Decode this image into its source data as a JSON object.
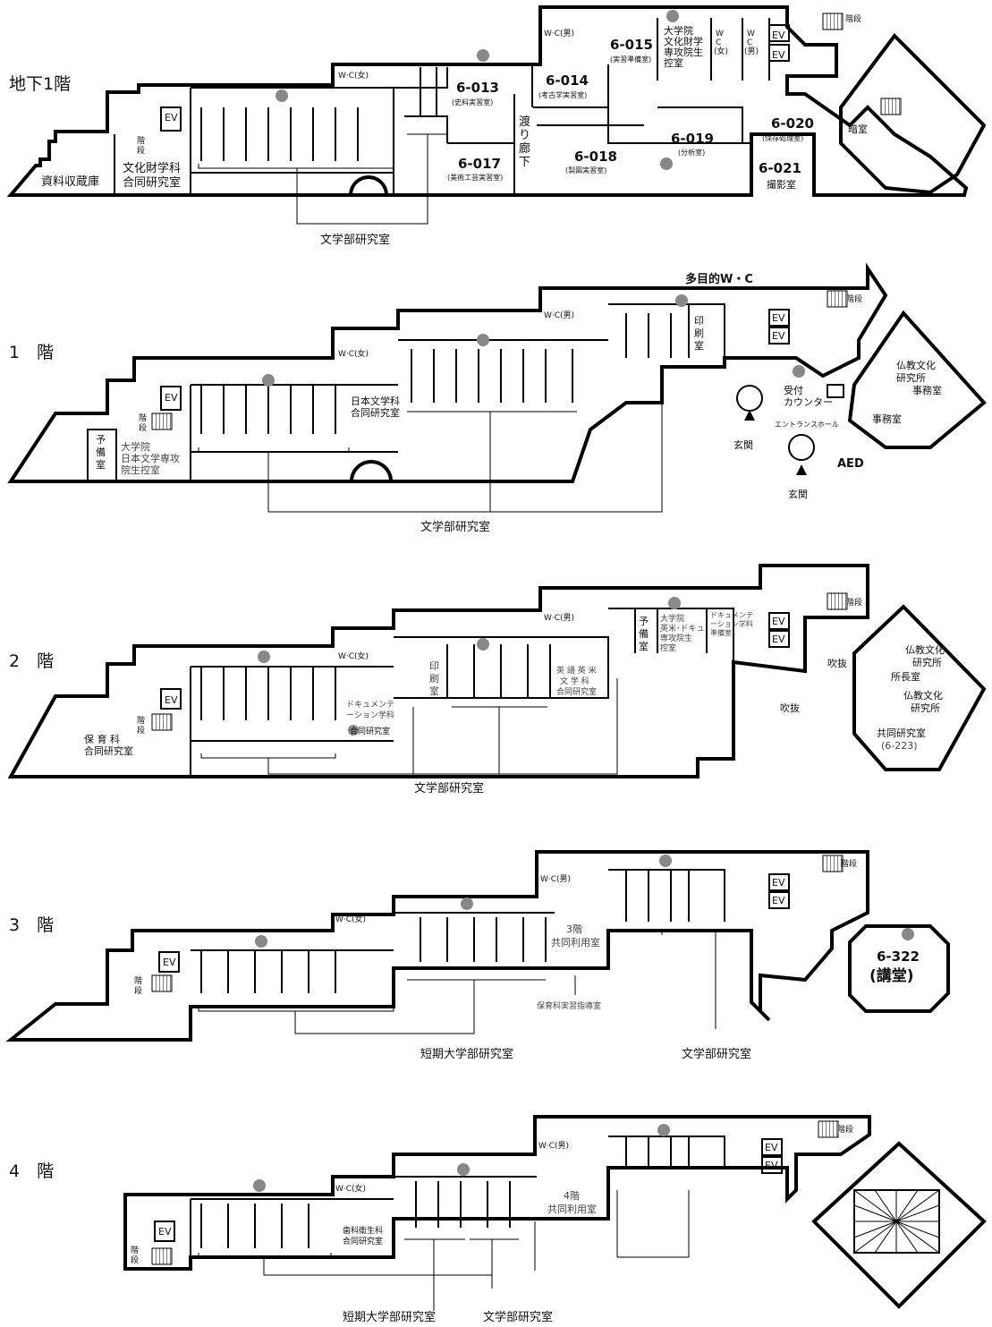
{
  "floors": [
    {
      "name": "地下1階",
      "rooms": {
        "r6013": {
          "code": "6-013",
          "name": "(史料実習室)"
        },
        "r6014": {
          "code": "6-014",
          "name": "(考古学実習室)"
        },
        "r6015": {
          "code": "6-015",
          "name": "(実習準備室)"
        },
        "r6017": {
          "code": "6-017",
          "name": "(美術工芸実習室)"
        },
        "r6018": {
          "code": "6-018",
          "name": "(製図実習室)"
        },
        "r6019": {
          "code": "6-019",
          "name": "(分析室)"
        },
        "r6020": {
          "code": "6-020",
          "name": "(保存処理室)"
        },
        "r6021": {
          "code": "6-021",
          "name": "撮影室"
        }
      },
      "grad_room": [
        "大学院",
        "文化財学",
        "専攻院生",
        "控室"
      ],
      "joint_room": [
        "文化財学科",
        "合同研究室"
      ],
      "storage": "資料収蔵庫",
      "corridor": [
        "渡",
        "り",
        "廊",
        "下"
      ],
      "darkroom": "暗室",
      "wc_m": "W·C(男)",
      "wc_f": "W·C(女)",
      "wc_f_v": [
        "W",
        "C",
        "(女)"
      ],
      "wc_m_v": [
        "W",
        "C",
        "(男)"
      ],
      "ev": "EV",
      "stairs": "階段",
      "stairs_v": [
        "階",
        "段"
      ],
      "lab_label": "文学部研究室"
    },
    {
      "name": "1　階",
      "multi_wc": "多目的W・C",
      "wc_m": "W·C(男)",
      "wc_f": "W·C(女)",
      "ev": "EV",
      "stairs": "階段",
      "stairs_v": [
        "階",
        "段"
      ],
      "print_room": [
        "印",
        "刷",
        "室"
      ],
      "japanese_lit": [
        "日本文学科",
        "合同研究室"
      ],
      "spare_room": [
        "予",
        "備",
        "室"
      ],
      "grad_room": [
        "大学院",
        "日本文学専攻",
        "院生控室"
      ],
      "reception": [
        "受付",
        "カウンター"
      ],
      "entrance_hall": "エントランスホール",
      "entrance": "玄関",
      "buddhist_office": [
        "仏教文化",
        "研究所",
        "事務室"
      ],
      "office": "事務室",
      "aed": "AED",
      "lab_label": "文学部研究室"
    },
    {
      "name": "2　階",
      "wc_m": "W·C(男)",
      "wc_f": "W·C(女)",
      "ev": "EV",
      "stairs": "階段",
      "stairs_v": [
        "階",
        "段"
      ],
      "spare_room": [
        "予",
        "備",
        "室"
      ],
      "grad_room": [
        "大学院",
        "英米･ドキュ",
        "専攻院生",
        "控室"
      ],
      "doc_grad": [
        "ドキュメンテ",
        "ーション学科",
        "合同研究室"
      ],
      "doc_side": [
        "ドキュメンテ",
        "ーション学科",
        "準備室"
      ],
      "print_room": [
        "印",
        "刷",
        "室"
      ],
      "english": [
        "英 語 英 米",
        "文 学 科",
        "合同研究室"
      ],
      "childcare": [
        "保 育 科",
        "合同研究室"
      ],
      "atrium": "吹抜",
      "director": [
        "仏教文化",
        "研究所",
        "所長室"
      ],
      "joint_lab": [
        "仏教文化",
        "研究所",
        "共同研究室",
        "(6-223)"
      ],
      "lab_label": "文学部研究室"
    },
    {
      "name": "3　階",
      "wc_m": "W·C(男)",
      "wc_f": "W·C(女)",
      "ev": "EV",
      "stairs": "階段",
      "stairs_v": [
        "階",
        "段"
      ],
      "shared_room": [
        "3階",
        "共同利用室"
      ],
      "childcare_lab": "保育科実習指導室",
      "hall_code": "6-322",
      "hall_name": "(講堂)",
      "junior_lab": "短期大学部研究室",
      "lab_label": "文学部研究室"
    },
    {
      "name": "4　階",
      "wc_m": "W·C(男)",
      "wc_f": "W·C(女)",
      "ev": "EV",
      "stairs": "階段",
      "stairs_v": [
        "階",
        "段"
      ],
      "shared_room": [
        "4階",
        "共同利用室"
      ],
      "dental": [
        "歯科衛生科",
        "合同研究室"
      ],
      "junior_lab": "短期大学部研究室",
      "lab_label": "文学部研究室"
    }
  ],
  "colors": {
    "wall": "#000000",
    "dot": "#888888",
    "background": "#ffffff"
  }
}
